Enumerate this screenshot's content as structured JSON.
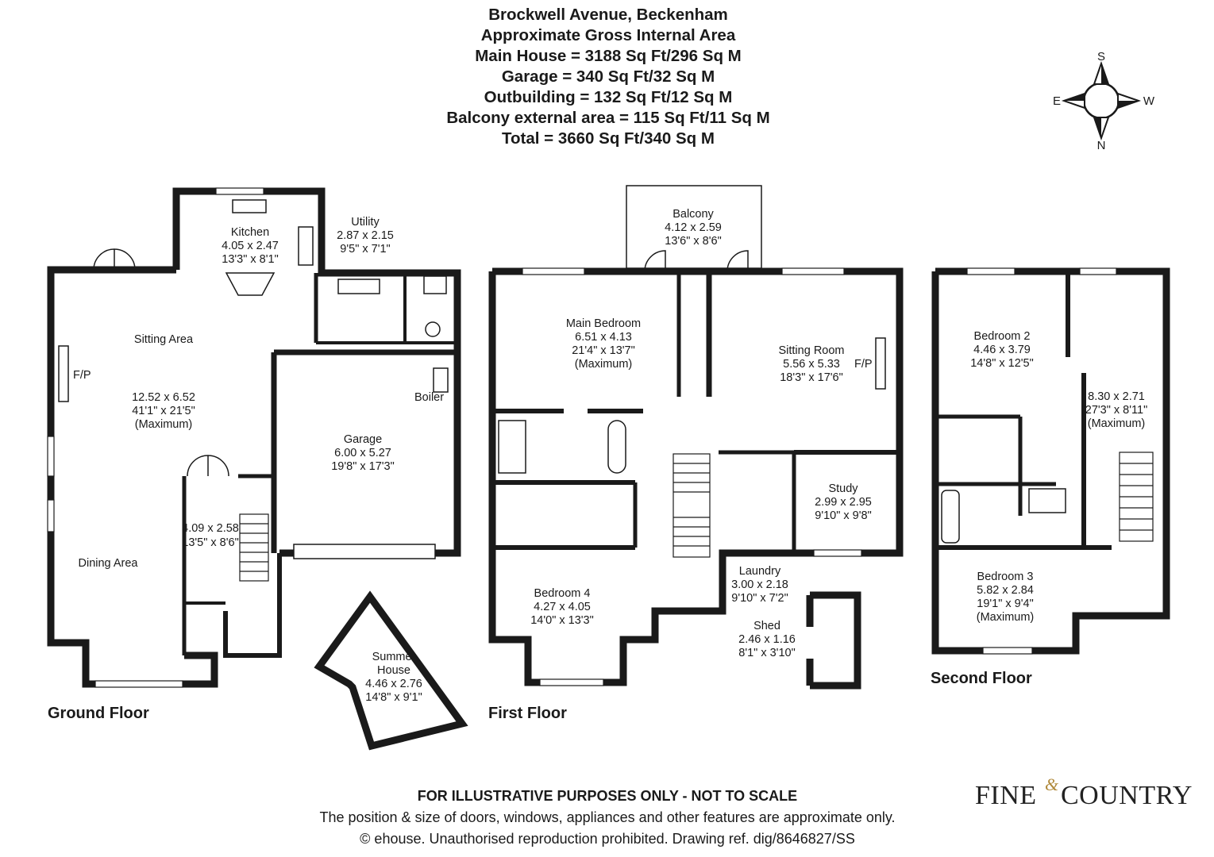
{
  "header": {
    "line1": "Brockwell Avenue, Beckenham",
    "line2": "Approximate Gross Internal Area",
    "line3": "Main House = 3188 Sq Ft/296 Sq M",
    "line4": "Garage = 340 Sq Ft/32 Sq M",
    "line5": "Outbuilding = 132 Sq Ft/12 Sq M",
    "line6": "Balcony external area = 115 Sq Ft/11 Sq M",
    "line7": "Total = 3660 Sq Ft/340 Sq M"
  },
  "compass": {
    "s": "S",
    "e": "E",
    "w": "W",
    "n": "N"
  },
  "floors": {
    "ground": "Ground Floor",
    "first": "First Floor",
    "second": "Second Floor"
  },
  "ground": {
    "kitchen": {
      "name": "Kitchen",
      "metric": "4.05 x 2.47",
      "imperial": "13'3\" x 8'1\""
    },
    "utility": {
      "name": "Utility",
      "metric": "2.87 x 2.15",
      "imperial": "9'5\" x 7'1\""
    },
    "sitting_area": "Sitting Area",
    "fp": "F/P",
    "living": {
      "metric": "12.52 x 6.52",
      "imperial": "41'1\" x 21'5\"",
      "note": "(Maximum)"
    },
    "dining_area": "Dining Area",
    "hall": {
      "metric": "4.09 x 2.58",
      "imperial": "13'5\" x 8'6\""
    },
    "boiler": "Boiler",
    "garage": {
      "name": "Garage",
      "metric": "6.00 x 5.27",
      "imperial": "19'8\" x 17'3\""
    },
    "summer_house": {
      "name1": "Summer",
      "name2": "House",
      "metric": "4.46 x 2.76",
      "imperial": "14'8\" x 9'1\""
    }
  },
  "first": {
    "balcony": {
      "name": "Balcony",
      "metric": "4.12 x 2.59",
      "imperial": "13'6\" x 8'6\""
    },
    "main_bedroom": {
      "name": "Main Bedroom",
      "metric": "6.51 x 4.13",
      "imperial": "21'4\" x 13'7\"",
      "note": "(Maximum)"
    },
    "sitting_room": {
      "name": "Sitting Room",
      "metric": "5.56 x 5.33",
      "imperial": "18'3\" x 17'6\""
    },
    "fp": "F/P",
    "study": {
      "name": "Study",
      "metric": "2.99 x 2.95",
      "imperial": "9'10\" x 9'8\""
    },
    "laundry": {
      "name": "Laundry",
      "metric": "3.00 x 2.18",
      "imperial": "9'10\" x 7'2\""
    },
    "shed": {
      "name": "Shed",
      "metric": "2.46 x 1.16",
      "imperial": "8'1\" x 3'10\""
    },
    "bedroom4": {
      "name": "Bedroom 4",
      "metric": "4.27 x 4.05",
      "imperial": "14'0\" x 13'3\""
    }
  },
  "second": {
    "bedroom2": {
      "name": "Bedroom 2",
      "metric": "4.46 x 3.79",
      "imperial": "14'8\" x 12'5\""
    },
    "bedroom1": {
      "metric": "8.30 x 2.71",
      "imperial": "27'3\" x 8'11\"",
      "note": "(Maximum)"
    },
    "bedroom3": {
      "name": "Bedroom 3",
      "metric": "5.82 x 2.84",
      "imperial": "19'1\" x 9'4\"",
      "note": "(Maximum)"
    }
  },
  "footer": {
    "disclaimer": "FOR ILLUSTRATIVE PURPOSES ONLY - NOT TO SCALE",
    "note": "The position & size of doors, windows, appliances and other features are approximate only.",
    "copyright": "© ehouse. Unauthorised reproduction prohibited. Drawing ref. dig/8646827/SS"
  },
  "brand": {
    "part1": "FINE",
    "amp": "&",
    "part2": "COUNTRY"
  }
}
